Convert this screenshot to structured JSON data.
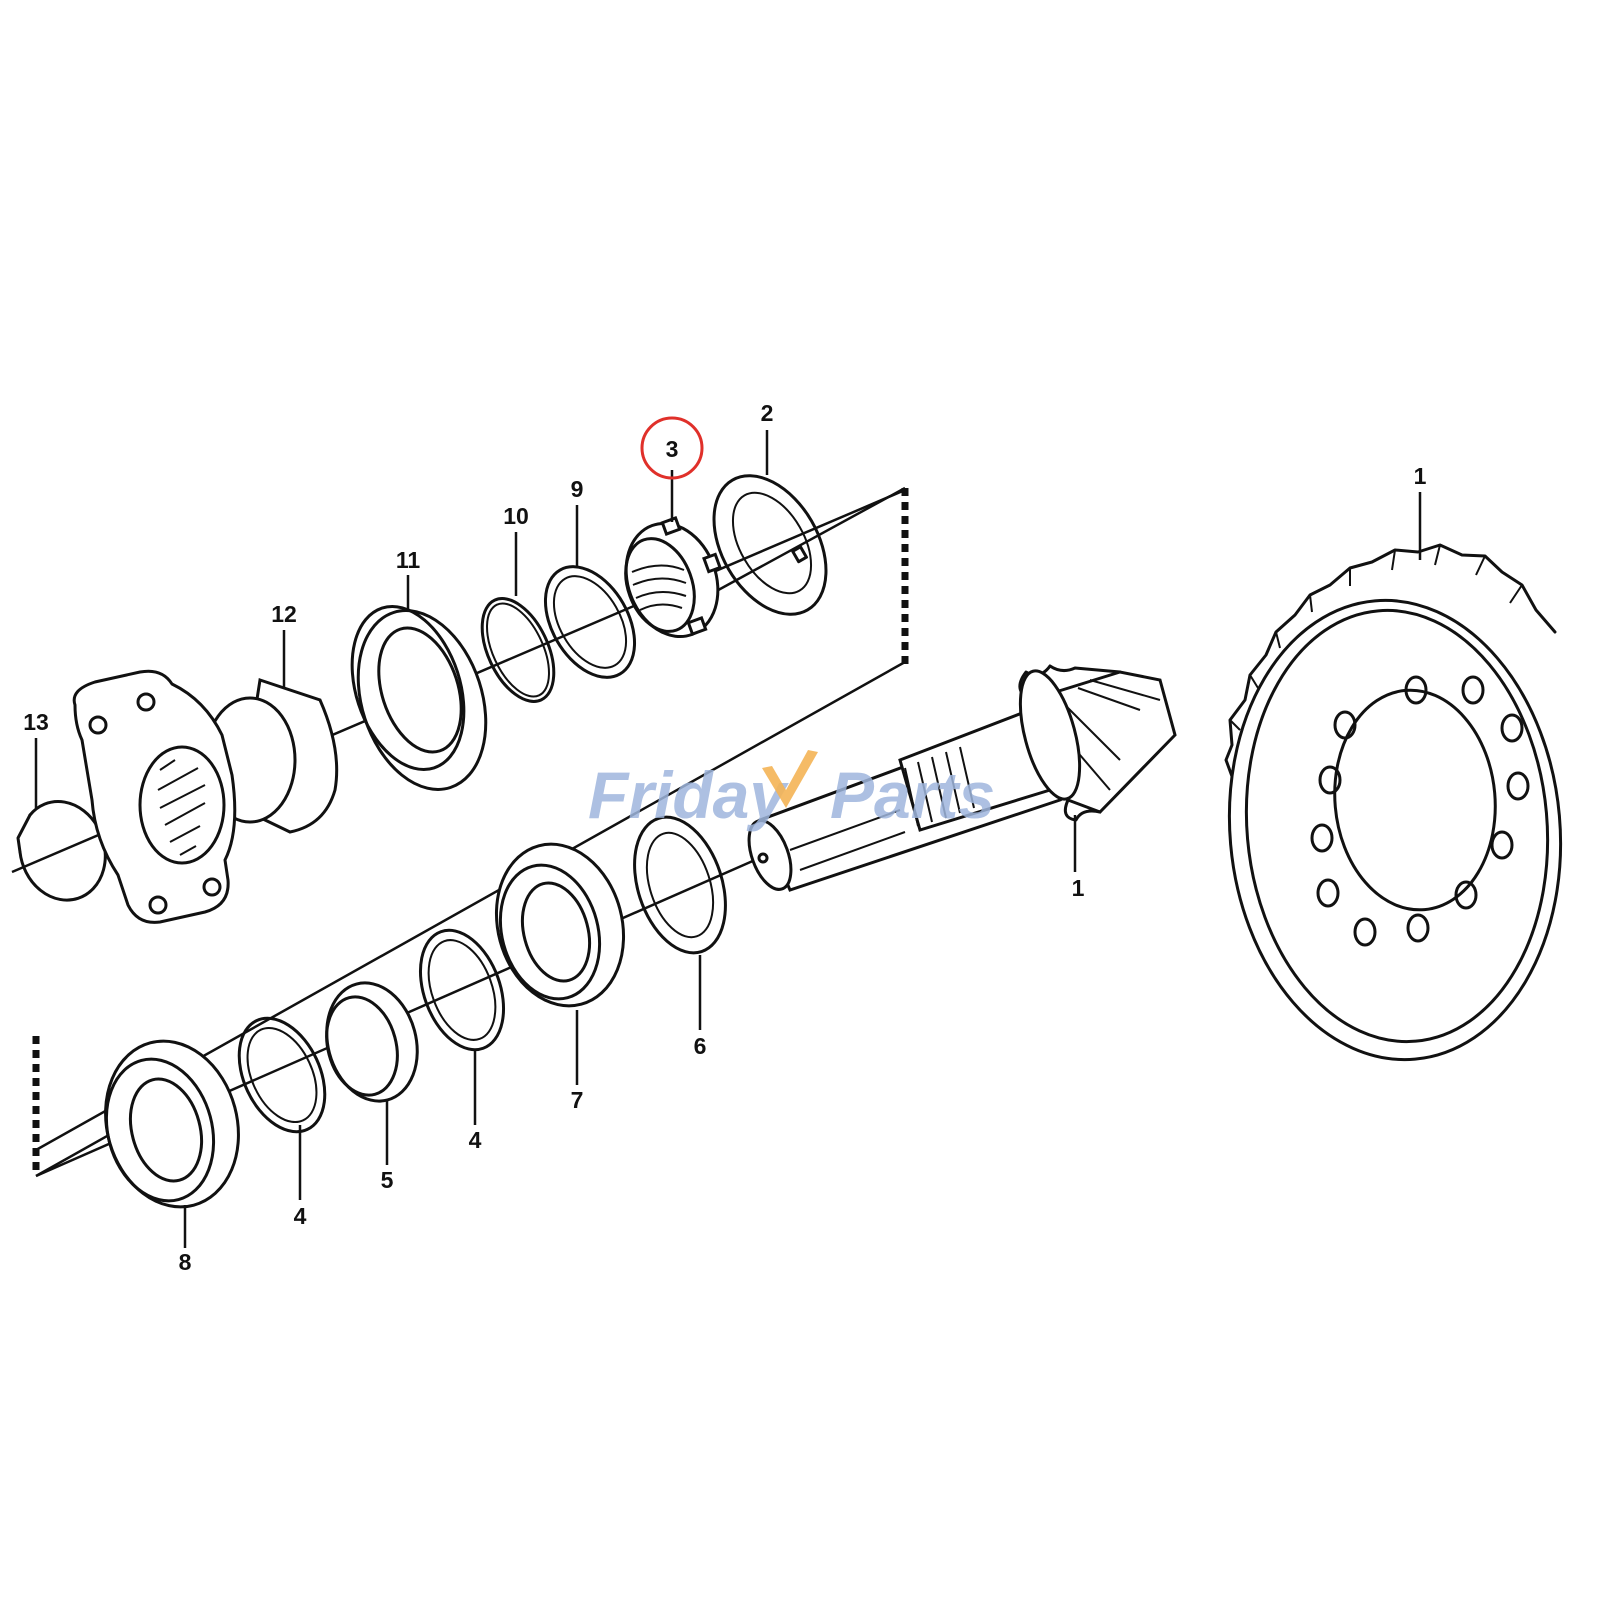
{
  "diagram": {
    "highlight_color": "#e0302a",
    "watermark": {
      "text_a": "Friday",
      "text_b": "Parts",
      "color": "#9fb6dd",
      "accent": "#f4b455"
    },
    "callouts": {
      "c13": "13",
      "c12": "12",
      "c11": "11",
      "c10": "10",
      "c9": "9",
      "c3": "3",
      "c2": "2",
      "c1_gear": "1",
      "c1_shaft": "1",
      "c6": "6",
      "c7": "7",
      "c4a": "4",
      "c5": "5",
      "c4b": "4",
      "c8": "8"
    },
    "highlighted_part": "3"
  }
}
